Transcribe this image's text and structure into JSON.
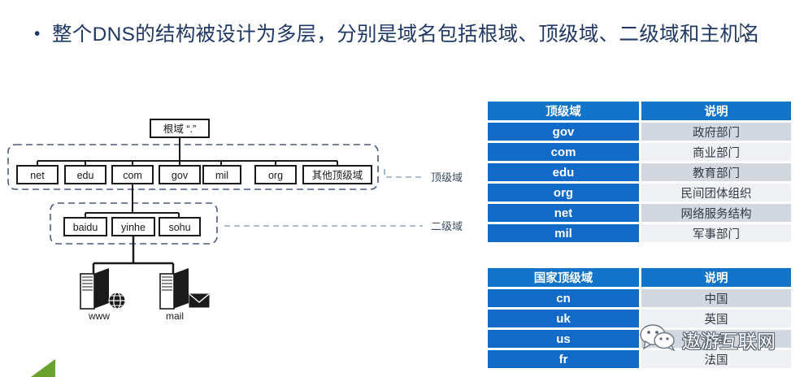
{
  "slide": {
    "bullet_marker": "•",
    "title": "整个DNS的结构被设计为多层，分别是域名包括根域、顶级域、二级域和主机名"
  },
  "diagram": {
    "name": "dns-hierarchy-tree",
    "root": {
      "label": "根域 “.”"
    },
    "tld_group": {
      "annotation": "顶级域",
      "nodes": [
        "net",
        "edu",
        "com",
        "gov",
        "mil",
        "org",
        "其他顶级域"
      ]
    },
    "second_level_group": {
      "annotation": "二级域",
      "nodes": [
        "baidu",
        "yinhe",
        "sohu"
      ]
    },
    "hosts": [
      {
        "label": "www",
        "icon": "globe-icon"
      },
      {
        "label": "mail",
        "icon": "envelope-icon"
      }
    ]
  },
  "tld_table": {
    "headers": [
      "顶级域",
      "说明"
    ],
    "rows": [
      {
        "domain": "gov",
        "desc": "政府部门"
      },
      {
        "domain": "com",
        "desc": "商业部门"
      },
      {
        "domain": "edu",
        "desc": "教育部门"
      },
      {
        "domain": "org",
        "desc": "民间团体组织"
      },
      {
        "domain": "net",
        "desc": "网络服务结构"
      },
      {
        "domain": "mil",
        "desc": "军事部门"
      }
    ]
  },
  "cc_table": {
    "headers": [
      "国家顶级域",
      "说明"
    ],
    "rows": [
      {
        "domain": "cn",
        "desc": "中国"
      },
      {
        "domain": "uk",
        "desc": "英国"
      },
      {
        "domain": "us",
        "desc": "美国"
      },
      {
        "domain": "fr",
        "desc": "法国"
      }
    ]
  },
  "watermark": {
    "icon": "wechat-icon",
    "text": "遨游互联网"
  },
  "colors": {
    "title_text": "#1F3864",
    "table_header_blue": "#1174C9",
    "table_key_blue": "#1169C8",
    "row_odd_gray": "#d3d8e0",
    "row_even_gray": "#eef0f4",
    "annotation_blue": "#8fa8c8",
    "green_corner": "#6aa22e"
  }
}
